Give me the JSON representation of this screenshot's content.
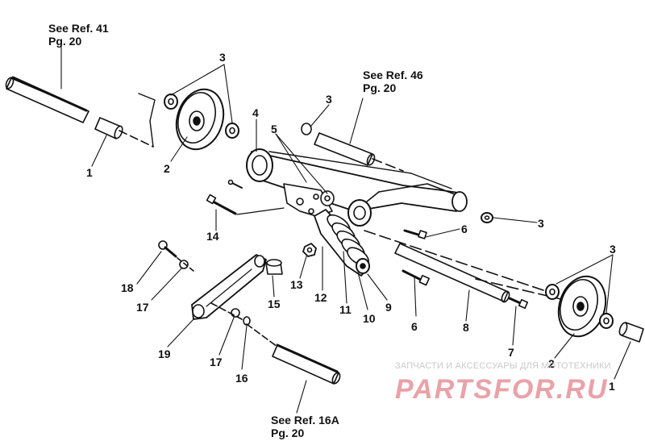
{
  "references": {
    "ref41_line1": "See Ref. 41",
    "ref41_line2": "Pg. 20",
    "ref46_line1": "See Ref. 46",
    "ref46_line2": "Pg. 20",
    "ref16a_line1": "See Ref. 16A",
    "ref16a_line2": "Pg. 20"
  },
  "callouts": [
    {
      "id": "c3a",
      "text": "3"
    },
    {
      "id": "c2a",
      "text": "2"
    },
    {
      "id": "c1a",
      "text": "1"
    },
    {
      "id": "c4",
      "text": "4"
    },
    {
      "id": "c5",
      "text": "5"
    },
    {
      "id": "c3b",
      "text": "3"
    },
    {
      "id": "c3c",
      "text": "3"
    },
    {
      "id": "c6a",
      "text": "6"
    },
    {
      "id": "c14",
      "text": "14"
    },
    {
      "id": "c13",
      "text": "13"
    },
    {
      "id": "c12",
      "text": "12"
    },
    {
      "id": "c11",
      "text": "11"
    },
    {
      "id": "c10",
      "text": "10"
    },
    {
      "id": "c9",
      "text": "9"
    },
    {
      "id": "c6b",
      "text": "6"
    },
    {
      "id": "c8",
      "text": "8"
    },
    {
      "id": "c7",
      "text": "7"
    },
    {
      "id": "c3d",
      "text": "3"
    },
    {
      "id": "c2b",
      "text": "2"
    },
    {
      "id": "c1b",
      "text": "1"
    },
    {
      "id": "c18",
      "text": "18"
    },
    {
      "id": "c17a",
      "text": "17"
    },
    {
      "id": "c15",
      "text": "15"
    },
    {
      "id": "c19",
      "text": "19"
    },
    {
      "id": "c17b",
      "text": "17"
    },
    {
      "id": "c16",
      "text": "16"
    }
  ],
  "watermark": {
    "tagline": "ЗАПЧАСТИ И АКСЕССУАРЫ ДЛЯ МОТОТЕХНИКИ",
    "logo": "PARTSFOR.RU"
  }
}
